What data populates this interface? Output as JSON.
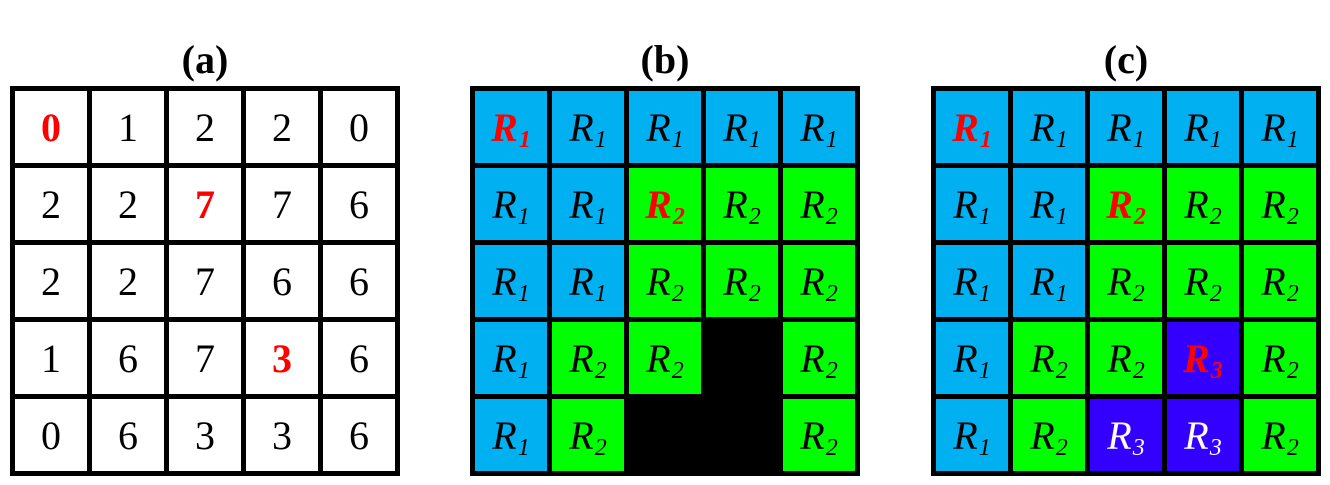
{
  "panels": [
    {
      "id": "a",
      "title": "(a)",
      "kind": "value",
      "cells": [
        [
          {
            "t": "0",
            "seed": true
          },
          {
            "t": "1"
          },
          {
            "t": "2"
          },
          {
            "t": "2"
          },
          {
            "t": "0"
          }
        ],
        [
          {
            "t": "2"
          },
          {
            "t": "2"
          },
          {
            "t": "7",
            "seed": true
          },
          {
            "t": "7"
          },
          {
            "t": "6"
          }
        ],
        [
          {
            "t": "2"
          },
          {
            "t": "2"
          },
          {
            "t": "7"
          },
          {
            "t": "6"
          },
          {
            "t": "6"
          }
        ],
        [
          {
            "t": "1"
          },
          {
            "t": "6"
          },
          {
            "t": "7"
          },
          {
            "t": "3",
            "seed": true
          },
          {
            "t": "6"
          }
        ],
        [
          {
            "t": "0"
          },
          {
            "t": "6"
          },
          {
            "t": "3"
          },
          {
            "t": "3"
          },
          {
            "t": "6"
          }
        ]
      ]
    },
    {
      "id": "b",
      "title": "(b)",
      "kind": "region",
      "cells": [
        [
          {
            "r": "R1",
            "n": "1",
            "seed": true
          },
          {
            "r": "R1",
            "n": "1"
          },
          {
            "r": "R1",
            "n": "1"
          },
          {
            "r": "R1",
            "n": "1"
          },
          {
            "r": "R1",
            "n": "1"
          }
        ],
        [
          {
            "r": "R1",
            "n": "1"
          },
          {
            "r": "R1",
            "n": "1"
          },
          {
            "r": "R2",
            "n": "2",
            "seed": true
          },
          {
            "r": "R2",
            "n": "2"
          },
          {
            "r": "R2",
            "n": "2"
          }
        ],
        [
          {
            "r": "R1",
            "n": "1"
          },
          {
            "r": "R1",
            "n": "1"
          },
          {
            "r": "R2",
            "n": "2"
          },
          {
            "r": "R2",
            "n": "2"
          },
          {
            "r": "R2",
            "n": "2"
          }
        ],
        [
          {
            "r": "R1",
            "n": "1"
          },
          {
            "r": "R2",
            "n": "2"
          },
          {
            "r": "R2",
            "n": "2"
          },
          {
            "r": "R0",
            "n": ""
          },
          {
            "r": "R2",
            "n": "2"
          }
        ],
        [
          {
            "r": "R1",
            "n": "1"
          },
          {
            "r": "R2",
            "n": "2"
          },
          {
            "r": "R0",
            "n": ""
          },
          {
            "r": "R0",
            "n": ""
          },
          {
            "r": "R2",
            "n": "2"
          }
        ]
      ]
    },
    {
      "id": "c",
      "title": "(c)",
      "kind": "region",
      "cells": [
        [
          {
            "r": "R1",
            "n": "1",
            "seed": true
          },
          {
            "r": "R1",
            "n": "1"
          },
          {
            "r": "R1",
            "n": "1"
          },
          {
            "r": "R1",
            "n": "1"
          },
          {
            "r": "R1",
            "n": "1"
          }
        ],
        [
          {
            "r": "R1",
            "n": "1"
          },
          {
            "r": "R1",
            "n": "1"
          },
          {
            "r": "R2",
            "n": "2",
            "seed": true
          },
          {
            "r": "R2",
            "n": "2"
          },
          {
            "r": "R2",
            "n": "2"
          }
        ],
        [
          {
            "r": "R1",
            "n": "1"
          },
          {
            "r": "R1",
            "n": "1"
          },
          {
            "r": "R2",
            "n": "2"
          },
          {
            "r": "R2",
            "n": "2"
          },
          {
            "r": "R2",
            "n": "2"
          }
        ],
        [
          {
            "r": "R1",
            "n": "1"
          },
          {
            "r": "R2",
            "n": "2"
          },
          {
            "r": "R2",
            "n": "2"
          },
          {
            "r": "R3",
            "n": "3",
            "seed": true
          },
          {
            "r": "R2",
            "n": "2"
          }
        ],
        [
          {
            "r": "R1",
            "n": "1"
          },
          {
            "r": "R2",
            "n": "2"
          },
          {
            "r": "R3",
            "n": "3"
          },
          {
            "r": "R3",
            "n": "3"
          },
          {
            "r": "R2",
            "n": "2"
          }
        ]
      ]
    }
  ],
  "region_letter": "R",
  "colors": {
    "R1": "#00b0f0",
    "R2": "#00ff00",
    "R3": "#3300ff",
    "unassigned": "#000000",
    "seed_text": "#ff0000",
    "grid_line": "#000000"
  }
}
